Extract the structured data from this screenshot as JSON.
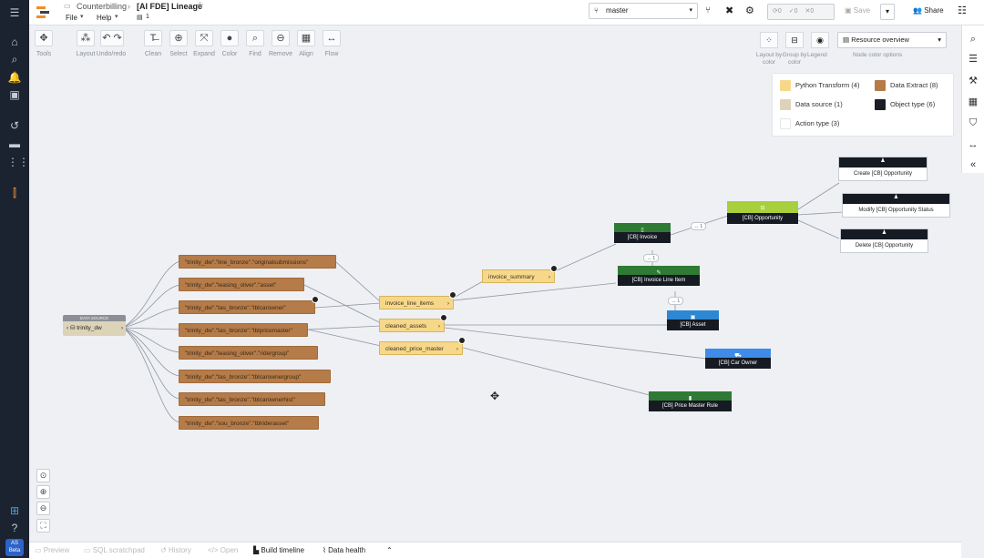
{
  "breadcrumb": {
    "parent": "Counterbilling",
    "title": "[AI FDE] Lineage",
    "star": "☆",
    "menu_file": "File",
    "menu_help": "Help",
    "count": "1"
  },
  "header": {
    "branch": "master",
    "conflicts": "0",
    "checks": "0",
    "errors": "0",
    "save": "Save",
    "share": "Share"
  },
  "toolbar": [
    {
      "label": "Tools",
      "icon": "✥"
    },
    {
      "label": "Layout",
      "icon": "⁂"
    },
    {
      "label": "Undo/redo",
      "icon": "↶ ↷"
    },
    {
      "label": "Clean",
      "icon": "T̶"
    },
    {
      "label": "Select",
      "icon": "⊕"
    },
    {
      "label": "Expand",
      "icon": "⤧"
    },
    {
      "label": "Color",
      "icon": "●"
    },
    {
      "label": "Find",
      "icon": "⌕"
    },
    {
      "label": "Remove",
      "icon": "⊖"
    },
    {
      "label": "Align",
      "icon": "▦"
    },
    {
      "label": "Flow",
      "icon": "↔"
    }
  ],
  "right_tools": {
    "layout_by_color": "Layout by color",
    "group_by_color": "Group by color",
    "legend": "Legend",
    "node_color_options": "Node color options",
    "dropdown": "Resource overview"
  },
  "legend": {
    "py": "Python Transform (4)",
    "de": "Data Extract (8)",
    "ds": "Data source (1)",
    "ot": "Object type (6)",
    "act": "Action type (3)"
  },
  "colors": {
    "py": "#f7d88a",
    "de": "#b57b48",
    "ds": "#ddd3b8",
    "ot": "#1b1e26",
    "act": "#ffffff",
    "green": "#2f7a34",
    "lime": "#a8cf3c",
    "blue": "#2d87d2",
    "brightblue": "#3e8bea"
  },
  "source": {
    "tag": "DATA SOURCE",
    "name": "trinity_dw"
  },
  "extracts": [
    "\"trinity_dw\".\"line_bronze\".\"originalsubmissions\"",
    "\"trinity_dw\".\"leasing_oliver\".\"asset\"",
    "\"trinity_dw\".\"tas_bronze\".\"tblcarowner\"",
    "\"trinity_dw\".\"tas_bronze\".\"tblpricemaster\"",
    "\"trinity_dw\".\"leasing_oliver\".\"ridergroup\"",
    "\"trinity_dw\".\"tas_bronze\".\"tblcarownergroup\"",
    "\"trinity_dw\".\"tas_bronze\".\"tblcarownerhist\"",
    "\"trinity_dw\".\"sou_bronze\".\"tblriderasset\""
  ],
  "transforms": {
    "t1": "invoice_line_items",
    "t2": "cleaned_assets",
    "t3": "cleaned_price_master",
    "t4": "invoice_summary"
  },
  "objects": {
    "invoice": "[CB] Invoice",
    "line": "[CB] Invoice Line Item",
    "asset": "[CB] Asset",
    "car": "[CB] Car Owner",
    "price": "[CB] Price Master Rule",
    "opp": "[CB] Opportunity"
  },
  "actions": {
    "a1": "Create [CB] Opportunity",
    "a2": "Modify [CB] Opportunity Status",
    "a3": "Delete [CB] Opportunity"
  },
  "pills": {
    "p1": "↔ 1",
    "p2": "↔ 1",
    "p3": "↔ 1"
  },
  "bottom": {
    "b1": "Preview",
    "b2": "SQL scratchpad",
    "b3": "History",
    "b4": "Open",
    "b5": "Build timeline",
    "b6": "Data health"
  },
  "user": {
    "initials": "AS",
    "tag": "Beta"
  }
}
